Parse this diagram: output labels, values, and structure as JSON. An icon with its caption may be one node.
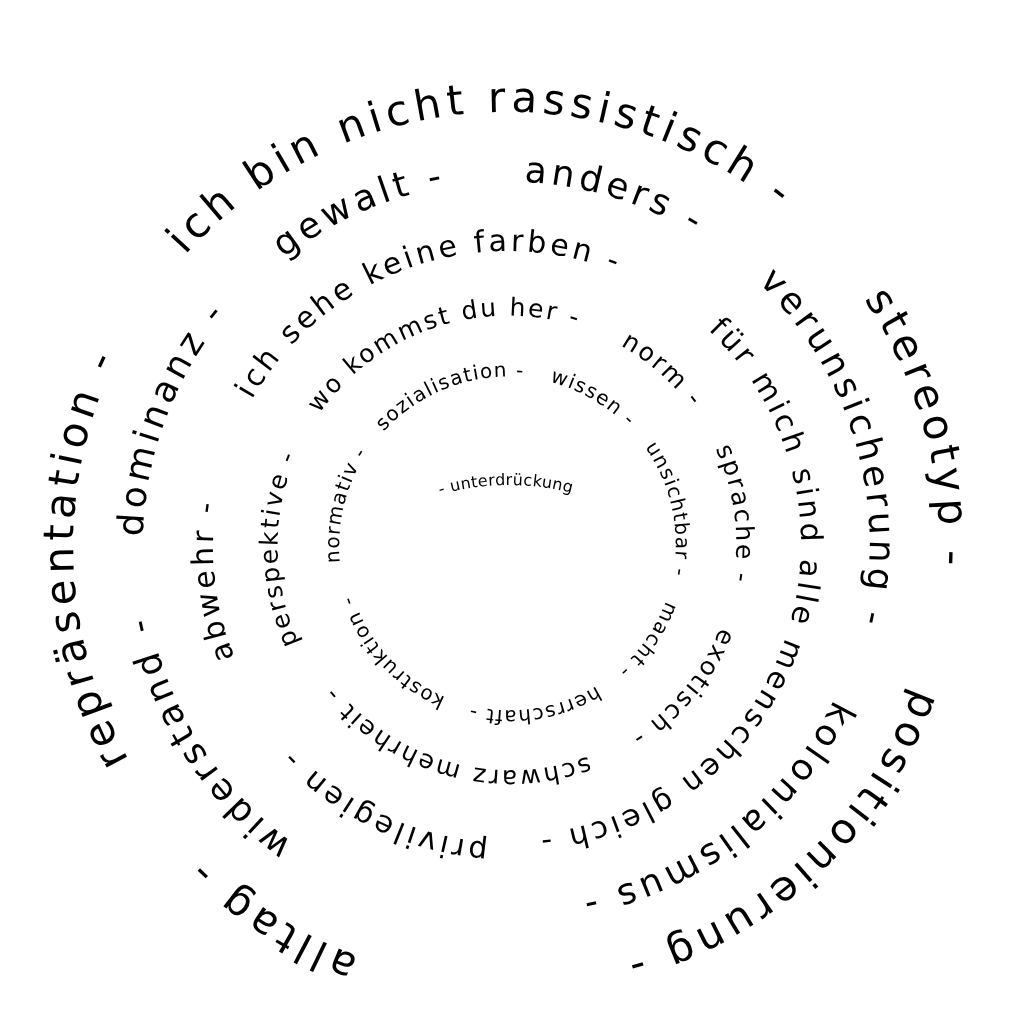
{
  "diagram": {
    "labels": [
      "alltag -",
      "repräsentation -",
      "ich bin nicht rassistisch -",
      "stereotyp -",
      "positionierung -",
      "widerstand -",
      "dominanz -",
      "gewalt -",
      "anders -",
      "verunsicherung -",
      "kolonialismus -",
      "privilegien -",
      "abwehr -",
      "ich sehe keine farben -",
      "für mich sind alle menschen gleich -",
      "perspektive -",
      "wo kommst du her -",
      "norm -",
      "sprache -",
      "exotisch -",
      "schwarz mehrheit -",
      "normativ -",
      "sozialisation -",
      "wissen -",
      "unsichtbar -",
      "macht -",
      "herrschaft -",
      "kostruktion -",
      "- unterdrückung"
    ]
  }
}
